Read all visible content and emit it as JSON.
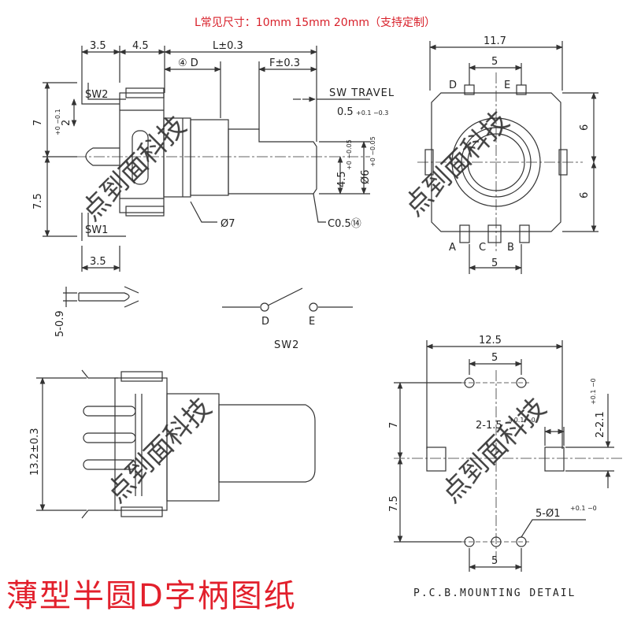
{
  "header_note": "L常见尺寸：10mm 15mm 20mm（支持定制）",
  "title": "薄型半圆D字柄图纸",
  "watermark": "点到面科技",
  "pcb_caption": "P.C.B.MOUNTING DETAIL",
  "side_view": {
    "dims": {
      "d35_top": "3.5",
      "d45_top": "4.5",
      "L": "L±0.3",
      "D_mark": "④ D",
      "F": "F±0.3",
      "travel": "SW TRAVEL",
      "travel_val": "0.5",
      "travel_tol": "+0.1 −0.3",
      "sw2": "SW2",
      "sw1": "SW1",
      "d7": "7",
      "d2": "2",
      "d2_tol": "+0 −0.1",
      "d75": "7.5",
      "d45_shaft": "4.5",
      "d45_tol": "+0 −0.05",
      "d6_shaft": "Ø6",
      "d6_tol": "+0 −0.05",
      "phi7": "Ø7",
      "c05": "C0.5⑭",
      "d35_bottom": "3.5",
      "pin_w": "5-0.9"
    }
  },
  "front_view": {
    "d117": "11.7",
    "d5_top": "5",
    "d6a": "6",
    "d6b": "6",
    "d5_bottom": "5",
    "pin_D": "D",
    "pin_E": "E",
    "pin_A": "A",
    "pin_C": "C",
    "pin_B": "B"
  },
  "switch": {
    "d": "D",
    "e": "E",
    "label": "SW2"
  },
  "bottom_view": {
    "d132": "13.2±0.3"
  },
  "pcb": {
    "d125": "12.5",
    "d5_top": "5",
    "d7": "7",
    "d75": "7.5",
    "d215": "2-1.5",
    "d215_tol": "+0.1 −0",
    "d221": "2-2.1",
    "d221_tol": "+0.1 −0",
    "d5phi1": "5-Ø1",
    "d5phi1_tol": "+0.1 −0",
    "d5_bottom": "5"
  },
  "colors": {
    "accent_red": "#e2202c",
    "line": "#333333",
    "watermark": "#f2b8bc"
  }
}
